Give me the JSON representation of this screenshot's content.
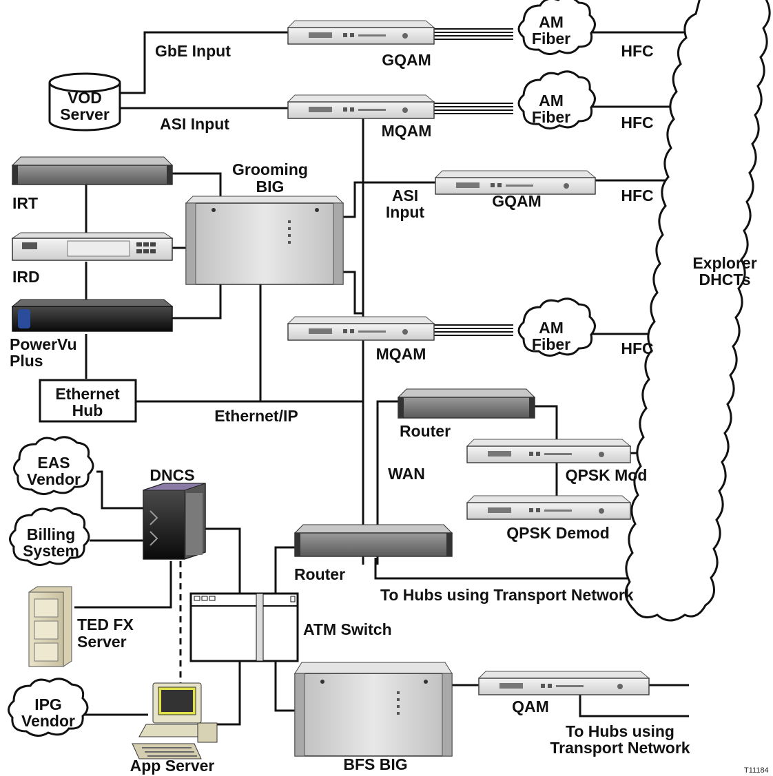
{
  "labels": {
    "gbe_input": "GbE Input",
    "asi_input_top": "ASI Input",
    "vod_server_line1": "VOD",
    "vod_server_line2": "Server",
    "gqam_top": "GQAM",
    "mqam_top": "MQAM",
    "am_fiber_1_line1": "AM",
    "am_fiber_1_line2": "Fiber",
    "am_fiber_2_line1": "AM",
    "am_fiber_2_line2": "Fiber",
    "am_fiber_3_line1": "AM",
    "am_fiber_3_line2": "Fiber",
    "hfc_1": "HFC",
    "hfc_2": "HFC",
    "hfc_3": "HFC",
    "hfc_4": "HFC",
    "grooming_big_line1": "Grooming",
    "grooming_big_line2": "BIG",
    "irt": "IRT",
    "ird": "IRD",
    "powervu_line1": "PowerVu",
    "powervu_line2": "Plus",
    "asi_input_mid_line1": "ASI",
    "asi_input_mid_line2": "Input",
    "gqam_mid": "GQAM",
    "explorer_line1": "Explorer",
    "explorer_line2": "DHCTs",
    "mqam_mid": "MQAM",
    "ethernet_hub_line1": "Ethernet",
    "ethernet_hub_line2": "Hub",
    "ethernet_ip": "Ethernet/IP",
    "router_top": "Router",
    "wan": "WAN",
    "qpsk_mod": "QPSK Mod",
    "qpsk_demod": "QPSK Demod",
    "eas_vendor_line1": "EAS",
    "eas_vendor_line2": "Vendor",
    "dncs": "DNCS",
    "billing_line1": "Billing",
    "billing_line2": "System",
    "router_bottom": "Router",
    "to_hubs_transport": "To Hubs using Transport Network",
    "ted_fx_line1": "TED FX",
    "ted_fx_line2": "Server",
    "atm_switch": "ATM Switch",
    "ipg_vendor_line1": "IPG",
    "ipg_vendor_line2": "Vendor",
    "qam": "QAM",
    "to_hubs_line1": "To Hubs using",
    "to_hubs_line2": "Transport Network",
    "app_server": "App Server",
    "bfs_big": "BFS BIG",
    "figure_id": "T11184"
  },
  "icons": [
    "rack-unit-icon",
    "cloud-icon",
    "database-cylinder-icon",
    "server-tower-icon",
    "file-cabinet-icon",
    "computer-workstation-icon",
    "chassis-icon"
  ]
}
